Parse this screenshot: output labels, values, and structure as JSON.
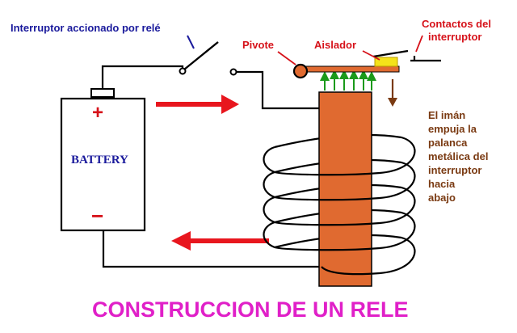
{
  "title": "CONSTRUCCION DE UN RELE",
  "labels": {
    "switch": "Interruptor accionado por relé",
    "pivot": "Pivote",
    "insulator": "Aislador",
    "contacts": [
      "Contactos del",
      "interruptor"
    ],
    "explanation": [
      "El imán",
      "empuja la",
      "palanca",
      "metálica del",
      "interruptor",
      "hacia",
      "abajo"
    ]
  },
  "battery": {
    "label": "BATTERY",
    "positive": "+",
    "negative": "−"
  },
  "colors": {
    "wire": "#000000",
    "core": "#e06a30",
    "coil": "#000000",
    "arrow_red": "#e8161e",
    "field_arrows": "#1a9a1a",
    "lever": "#e06a30",
    "insulator": "#f4e21a",
    "blue_text": "#1a1a9c",
    "red_text": "#d6121a",
    "brown_text": "#7a3a12",
    "title": "#e020c8"
  }
}
